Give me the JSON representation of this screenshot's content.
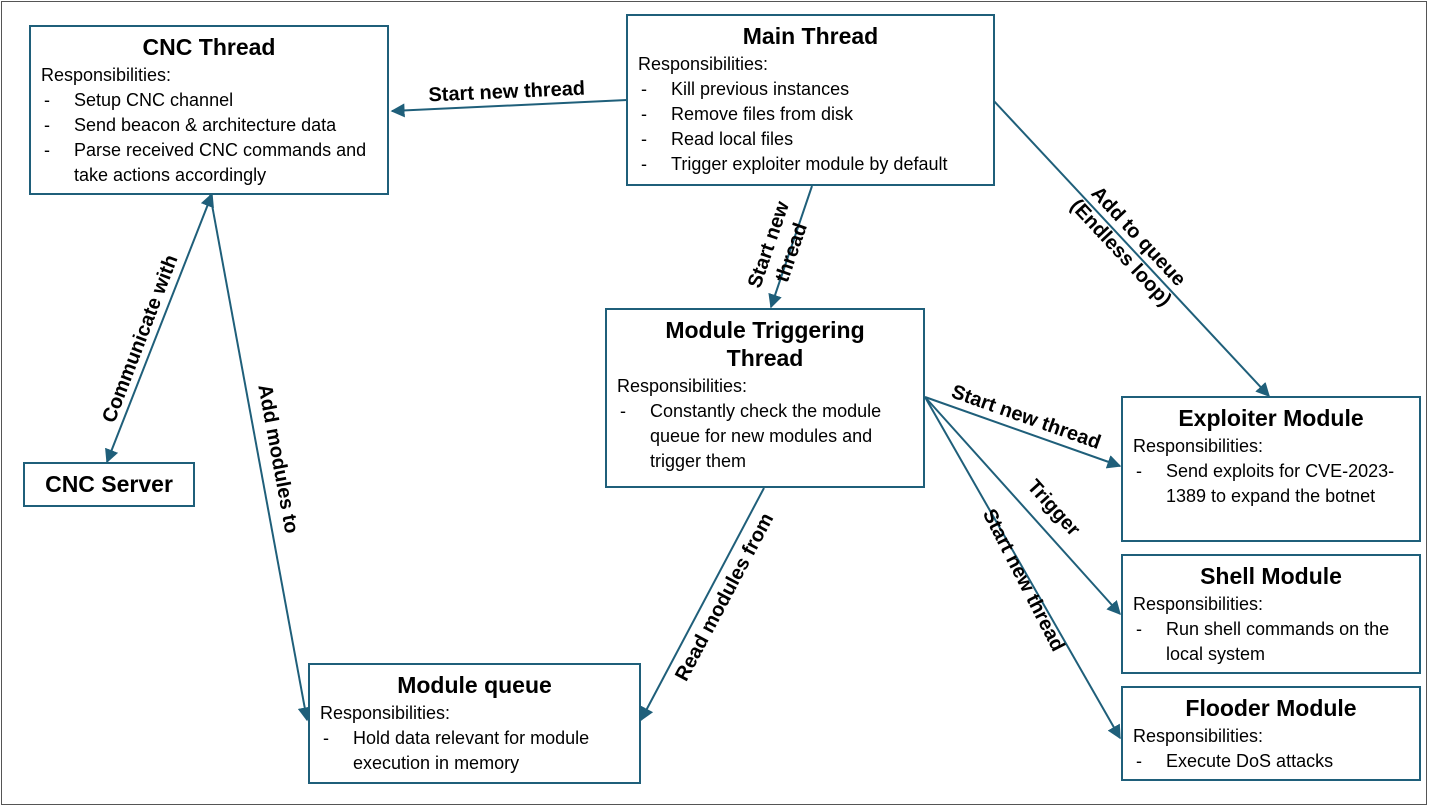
{
  "nodes": {
    "cnc_thread": {
      "title": "CNC Thread",
      "resp": "Responsibilities:",
      "items": [
        "Setup CNC channel",
        "Send beacon & architecture data",
        "Parse received CNC commands and take actions accordingly"
      ]
    },
    "main_thread": {
      "title": "Main Thread",
      "resp": "Responsibilities:",
      "items": [
        "Kill previous instances",
        "Remove files from disk",
        "Read local files",
        "Trigger exploiter module by default"
      ]
    },
    "module_triggering": {
      "title": "Module Triggering Thread",
      "resp": "Responsibilities:",
      "items": [
        "Constantly check the module queue for new modules and trigger them"
      ]
    },
    "cnc_server": {
      "title": "CNC Server"
    },
    "exploiter": {
      "title": "Exploiter Module",
      "resp": "Responsibilities:",
      "items": [
        "Send exploits for CVE-2023-1389 to expand the botnet"
      ]
    },
    "shell": {
      "title": "Shell Module",
      "resp": "Responsibilities:",
      "items": [
        "Run shell commands on the local system"
      ]
    },
    "flooder": {
      "title": "Flooder Module",
      "resp": "Responsibilities:",
      "items": [
        "Execute DoS attacks"
      ]
    },
    "module_queue": {
      "title": "Module queue",
      "resp": "Responsibilities:",
      "items": [
        "Hold data relevant for module execution in memory"
      ]
    }
  },
  "edges": {
    "main_to_cnc": "Start new thread",
    "main_to_trigger_1": "Start new",
    "main_to_trigger_2": "thread",
    "main_to_exploiter_1": "Add to queue",
    "main_to_exploiter_2": "(Endless loop)",
    "cnc_server_link": "Communicate with",
    "cnc_to_queue": "Add modules to",
    "trigger_to_queue": "Read modules from",
    "trigger_to_exploiter": "Start new thread",
    "trigger_to_shell": "Trigger",
    "trigger_to_flooder": "Start new thread"
  },
  "colors": {
    "stroke": "#1f5f7a",
    "text": "#000000"
  }
}
